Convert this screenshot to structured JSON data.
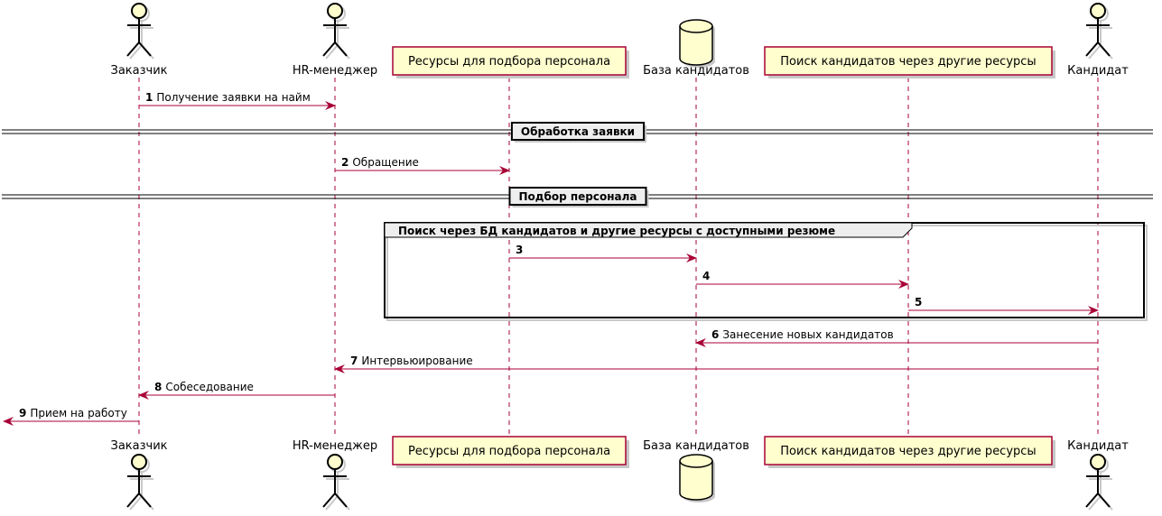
{
  "diagram": {
    "participants": [
      {
        "id": "customer",
        "kind": "actor",
        "label": "Заказчик"
      },
      {
        "id": "hr",
        "kind": "actor",
        "label": "HR-менеджер"
      },
      {
        "id": "resources",
        "kind": "participant",
        "label": "Ресурсы для подбора персонала"
      },
      {
        "id": "db",
        "kind": "database",
        "label": "База кандидатов"
      },
      {
        "id": "search",
        "kind": "participant",
        "label": "Поиск кандидатов через другие ресурсы"
      },
      {
        "id": "candidate",
        "kind": "actor",
        "label": "Кандидат"
      }
    ],
    "dividers": [
      {
        "label": "Обработка заявки"
      },
      {
        "label": "Подбор персонала"
      }
    ],
    "group": {
      "label": "Поиск через БД кандидатов и другие ресурсы с доступными резюме"
    },
    "messages": [
      {
        "num": "1",
        "text": "Получение заявки на найм",
        "from": "customer",
        "to": "hr"
      },
      {
        "num": "2",
        "text": "Обращение",
        "from": "hr",
        "to": "resources"
      },
      {
        "num": "3",
        "text": "",
        "from": "resources",
        "to": "db"
      },
      {
        "num": "4",
        "text": "",
        "from": "db",
        "to": "search"
      },
      {
        "num": "5",
        "text": "",
        "from": "search",
        "to": "candidate"
      },
      {
        "num": "6",
        "text": "Занесение новых кандидатов",
        "from": "candidate",
        "to": "db"
      },
      {
        "num": "7",
        "text": "Интервьюирование",
        "from": "candidate",
        "to": "hr"
      },
      {
        "num": "8",
        "text": "Собеседование",
        "from": "hr",
        "to": "customer"
      },
      {
        "num": "9",
        "text": "Прием на работу",
        "from": "customer",
        "to": "left-edge"
      }
    ],
    "colors": {
      "line": "#a80036",
      "box_fill": "#fefece",
      "divider_fill": "#eeeeee",
      "shadow": "#c8c8c8"
    }
  }
}
